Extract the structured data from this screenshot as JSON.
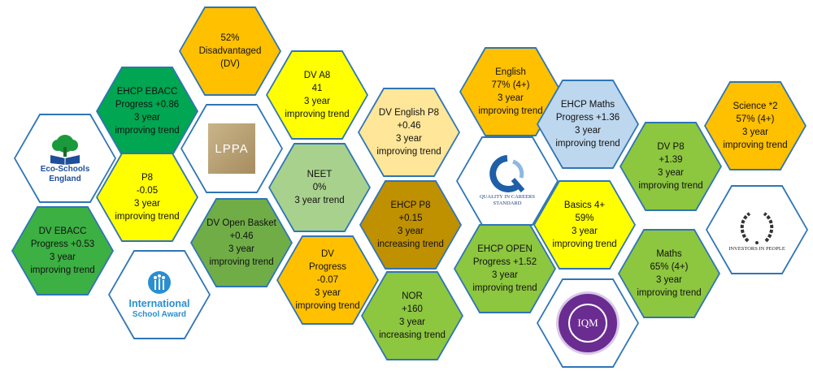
{
  "colors": {
    "border": "#2e75b6",
    "green_dark": "#00a651",
    "green_bright": "#3cb043",
    "green_mid": "#8dc63f",
    "green_olive": "#70ad47",
    "green_pale": "#a9d18e",
    "yellow": "#ffff00",
    "amber": "#ffc000",
    "pale_amber": "#ffe699",
    "brown_gold": "#bf9000",
    "light_blue": "#bdd7ee"
  },
  "tiles": [
    {
      "lines": [
        "52%",
        "Disadvantaged",
        "(DV)"
      ],
      "color": "#ffc000"
    },
    {
      "lines": [
        "EHCP EBACC",
        "Progress +0.86",
        "3 year",
        "improving trend"
      ],
      "color": "#00a651"
    },
    {
      "lines": [
        "DV A8",
        "41",
        "3 year",
        "improving trend"
      ],
      "color": "#ffff00"
    },
    {
      "lines": [
        "English",
        "77% (4+)",
        "3 year",
        "improving trend"
      ],
      "color": "#ffc000"
    },
    {
      "lines": [
        "DV English P8",
        "+0.46",
        "3 year",
        "improving trend"
      ],
      "color": "#ffe699"
    },
    {
      "lines": [
        "EHCP Maths",
        "Progress +1.36",
        "3 year",
        "improving trend"
      ],
      "color": "#bdd7ee"
    },
    {
      "lines": [
        "Science *2",
        "57% (4+)",
        "3 year",
        "improving trend"
      ],
      "color": "#ffc000"
    },
    {
      "lines": [
        "DV P8",
        "+1.39",
        "3 year",
        "improving trend"
      ],
      "color": "#8dc63f"
    },
    {
      "lines": [
        "NEET",
        "0%",
        "3 year trend"
      ],
      "color": "#a9d18e"
    },
    {
      "lines": [
        "P8",
        "-0.05",
        "3 year",
        "improving trend"
      ],
      "color": "#ffff00"
    },
    {
      "lines": [
        "EHCP P8",
        "+0.15",
        "3 year",
        "increasing trend"
      ],
      "color": "#bf9000"
    },
    {
      "lines": [
        "Basics 4+",
        "59%",
        "3 year",
        "improving trend"
      ],
      "color": "#ffff00"
    },
    {
      "lines": [
        "DV EBACC",
        "Progress +0.53",
        "3 year",
        "improving trend"
      ],
      "color": "#3cb043"
    },
    {
      "lines": [
        "DV Open Basket",
        "+0.46",
        "3 year",
        "improving trend"
      ],
      "color": "#70ad47"
    },
    {
      "lines": [
        "DV",
        "Progress",
        "-0.07",
        "3 year",
        "improving trend"
      ],
      "color": "#ffc000"
    },
    {
      "lines": [
        "EHCP OPEN",
        "Progress +1.52",
        "3 year",
        "improving trend"
      ],
      "color": "#8dc63f"
    },
    {
      "lines": [
        "Maths",
        "65% (4+)",
        "3 year",
        "improving trend"
      ],
      "color": "#8dc63f"
    },
    {
      "lines": [
        "NOR",
        "+160",
        "3 year",
        "increasing trend"
      ],
      "color": "#8dc63f"
    }
  ],
  "logos": {
    "eco_schools": {
      "line1": "Eco-Schools",
      "line2": "England",
      "icon": "tree-book-icon"
    },
    "lppa": {
      "text": "LPPA",
      "icon": "lppa-logo-icon"
    },
    "quality_careers": {
      "line1": "QUALITY IN CAREERS",
      "line2": "STANDARD",
      "icon": "q-swirl-icon"
    },
    "investors": {
      "text": "INVESTORS IN PEOPLE",
      "icon": "laurel-wreath-icon"
    },
    "international": {
      "line1": "International",
      "line2": "School Award",
      "icon": "figures-icon"
    },
    "iqm": {
      "text": "IQM",
      "icon": "iqm-badge-icon"
    }
  }
}
